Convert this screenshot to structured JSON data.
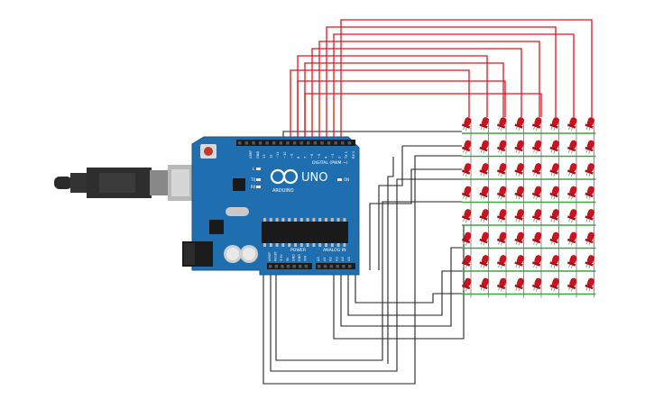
{
  "board": {
    "brand": "ARDUINO",
    "model": "UNO",
    "digital_header": "DIGITAL (PWM ~)",
    "power_header": "POWER",
    "analog_header": "ANALOG IN",
    "led_tx": "TX",
    "led_rx": "RX",
    "led_l": "L",
    "led_on": "ON",
    "aref": "AREF",
    "gnd": "GND",
    "digital_pins": [
      "13",
      "12",
      "~11",
      "~10",
      "~9",
      "8",
      "7",
      "~6",
      "~5",
      "4",
      "~3",
      "2",
      "TX 1",
      "RX 0"
    ],
    "power_pins": [
      "IOREF",
      "RESET",
      "3.3V",
      "5V",
      "GND",
      "GND",
      "VIN"
    ],
    "analog_pins": [
      "A0",
      "A1",
      "A2",
      "A3",
      "A4",
      "A5"
    ]
  },
  "matrix": {
    "rows": 8,
    "cols": 8,
    "led_color": "#c8141e",
    "rail_color": "#3fa33f"
  },
  "colors": {
    "board": "#1f6fb0",
    "wire_red": "#e0141e",
    "wire_black": "#222222"
  }
}
